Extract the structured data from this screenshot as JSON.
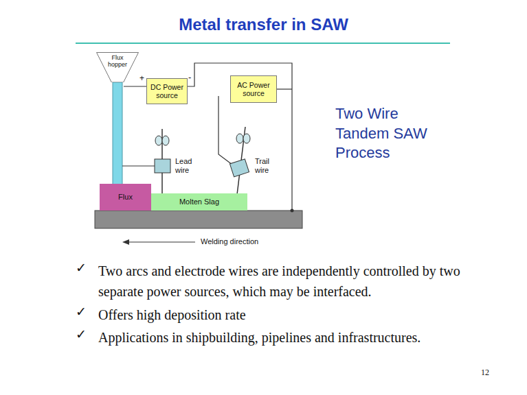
{
  "diagram": {
    "title": "Metal transfer in SAW",
    "nodes": [
      {
        "text": [
          "Flux hopper"
        ]
      },
      {
        "text": [
          "DC Power source"
        ]
      },
      {
        "text": [
          "AC Power source"
        ]
      },
      {
        "text": [
          "Flux"
        ]
      },
      {
        "text": [
          "Molten Slag"
        ]
      }
    ],
    "labels": [
      "+",
      "-",
      "Lead wire",
      "Trail wire",
      "Welding direction",
      "Two Wire Tandem SAW Process",
      "✓",
      "Two arcs and electrode wires are independently controlled by two separate power sources, which may be interfaced.",
      "✓",
      "Offers high deposition rate",
      "✓",
      "Applications in shipbuilding, pipelines and infrastructures.",
      "12"
    ]
  }
}
